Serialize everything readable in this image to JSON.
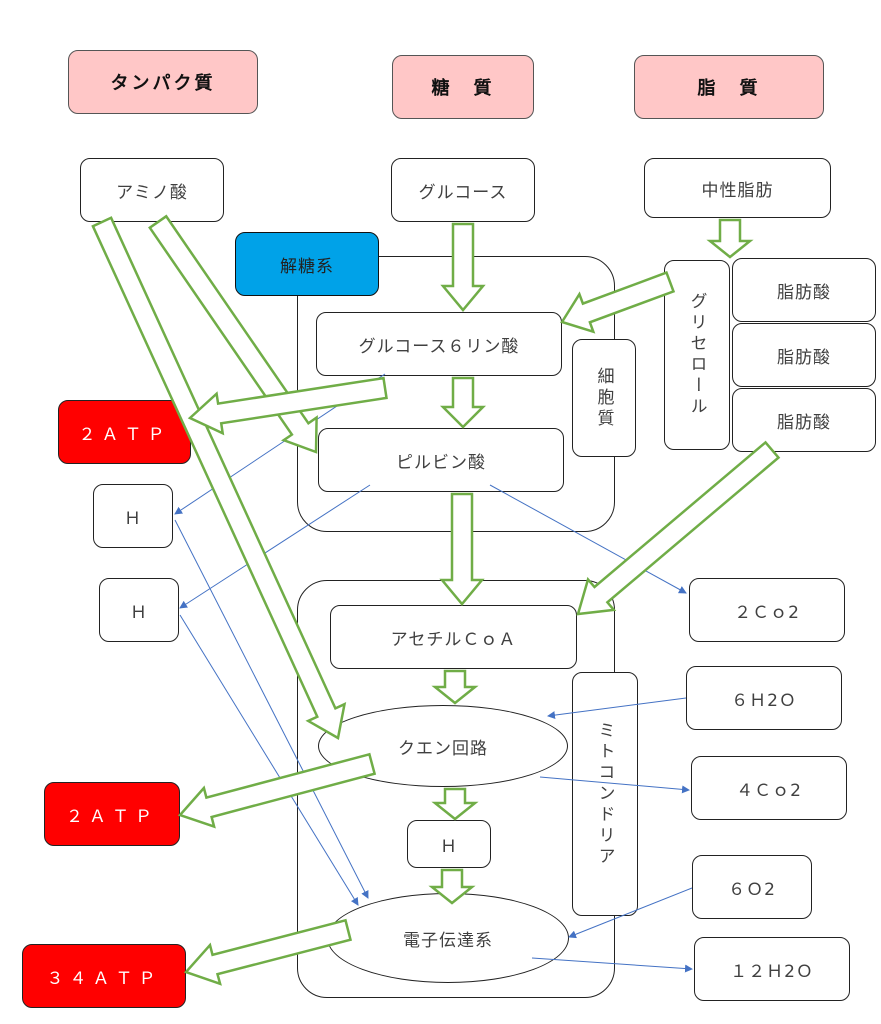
{
  "headers": {
    "protein": "タンパク質",
    "sugar": "糖　質",
    "fat": "脂　質"
  },
  "nodes": {
    "amino_acid": "アミノ酸",
    "glucose": "グルコース",
    "neutral_fat": "中性脂肪",
    "glycolysis": "解糖系",
    "g6p": "グルコース６リン酸",
    "pyruvate": "ピルビン酸",
    "cytoplasm": "細胞質",
    "glycerol": "グリセロール",
    "fatty_acids": [
      "脂肪酸",
      "脂肪酸",
      "脂肪酸"
    ],
    "acetyl_coa": "アセチルＣｏＡ",
    "citric_cycle": "クエン回路",
    "h_mito": "Ｈ",
    "etc": "電子伝達系",
    "mitochondria": "ミトコンドリア"
  },
  "left": {
    "atp1": "２ＡＴＰ",
    "h1": "Ｈ",
    "h2": "Ｈ",
    "atp2": "２ＡＴＰ",
    "atp3": "３４ＡＴＰ"
  },
  "right": {
    "co2_a": "２Ｃｏ2",
    "h2o_a": "６Ｈ2Ｏ",
    "co2_b": "４Ｃｏ2",
    "o2": "６Ｏ2",
    "h2o_b": "１２Ｈ2Ｏ"
  },
  "colors": {
    "header_fill": "#ffc7c7",
    "atp_fill": "#ff0000",
    "glycolysis_fill": "#00a2e8",
    "arrow_green": "#70ad47",
    "line_blue": "#4472c4"
  }
}
